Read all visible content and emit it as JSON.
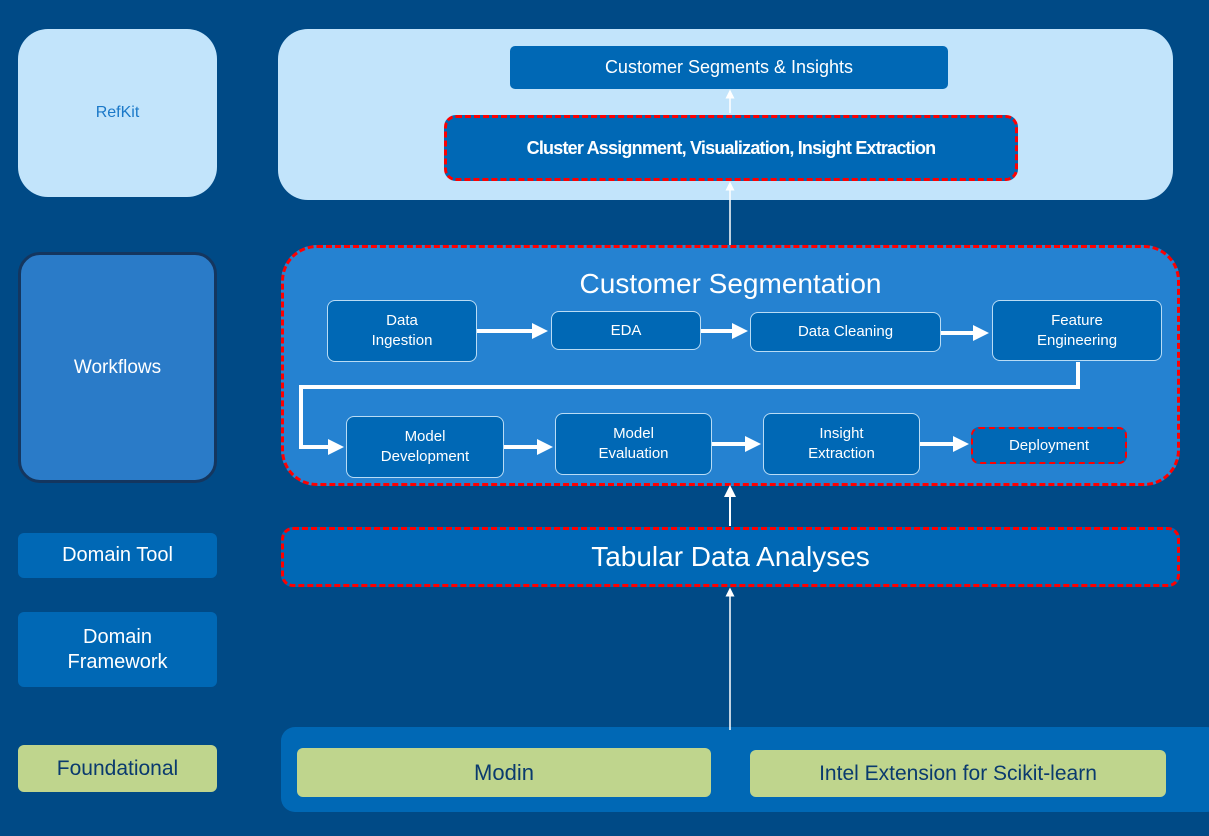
{
  "layers": {
    "refkit": "RefKit",
    "workflows": "Workflows",
    "domain_tool": "Domain Tool",
    "domain_framework": "Domain Framework",
    "foundational": "Foundational"
  },
  "refkit": {
    "output": "Customer Segments & Insights",
    "stage": "Cluster Assignment, Visualization, Insight Extraction"
  },
  "workflow": {
    "title": "Customer Segmentation",
    "steps": [
      "Data Ingestion",
      "EDA",
      "Data Cleaning",
      "Feature Engineering",
      "Model Development",
      "Model Evaluation",
      "Insight Extraction",
      "Deployment"
    ]
  },
  "domain_tool": {
    "name": "Tabular Data Analyses"
  },
  "foundational": {
    "items": [
      "Modin",
      "Intel Extension for Scikit-learn"
    ]
  },
  "colors": {
    "background": "#004a86",
    "light_panel": "#c2e4fb",
    "box": "#0068b5",
    "workflow_panel": "#2582d1",
    "highlight_dash": "#ff0000",
    "foundational": "#bfd58d"
  }
}
